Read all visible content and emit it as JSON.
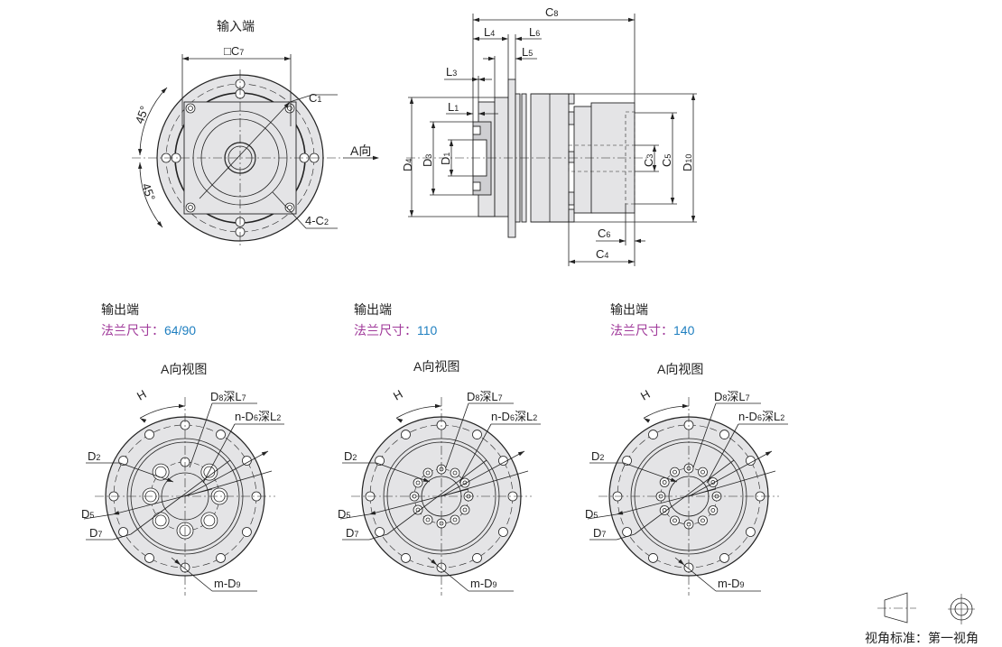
{
  "input_view": {
    "title": "输入端",
    "labels": {
      "c7": {
        "base": "□C",
        "sub": "7"
      },
      "c1": {
        "base": "C",
        "sub": "1"
      },
      "c2": {
        "base": "4-C",
        "sub": "2"
      },
      "angle1": "45°",
      "angle2": "45°"
    }
  },
  "side_view": {
    "direction_label": "A向",
    "labels": {
      "c8": {
        "base": "C",
        "sub": "8"
      },
      "l4": {
        "base": "L",
        "sub": "4"
      },
      "l6": {
        "base": "L",
        "sub": "6"
      },
      "l5": {
        "base": "L",
        "sub": "5"
      },
      "l3": {
        "base": "L",
        "sub": "3"
      },
      "l1": {
        "base": "L",
        "sub": "1"
      },
      "d4": {
        "base": "D",
        "sub": "4"
      },
      "d3": {
        "base": "D",
        "sub": "3"
      },
      "d1": {
        "base": "D",
        "sub": "1"
      },
      "c3": {
        "base": "C",
        "sub": "3"
      },
      "c5": {
        "base": "C",
        "sub": "5"
      },
      "d10": {
        "base": "D",
        "sub": "10"
      },
      "c6": {
        "base": "C",
        "sub": "6"
      },
      "c4": {
        "base": "C",
        "sub": "4"
      }
    }
  },
  "output_views": [
    {
      "heading": "输出端",
      "flange_label": "法兰尺寸：",
      "flange_size": "64/90",
      "view_title": "A向视图",
      "inner_holes": 8
    },
    {
      "heading": "输出端",
      "flange_label": "法兰尺寸：",
      "flange_size": "110",
      "view_title": "A向视图",
      "inner_holes": 12
    },
    {
      "heading": "输出端",
      "flange_label": "法兰尺寸：",
      "flange_size": "140",
      "view_title": "A向视图",
      "inner_holes": 12
    }
  ],
  "output_labels": {
    "h": "H",
    "d8": {
      "base": "D",
      "sub": "8",
      "suffix": "深L",
      "sub2": "7"
    },
    "d6": {
      "base": "n-D",
      "sub": "6",
      "suffix": "深L",
      "sub2": "2"
    },
    "d2": {
      "base": "D",
      "sub": "2"
    },
    "d5": {
      "base": "D",
      "sub": "5"
    },
    "d7": {
      "base": "D",
      "sub": "7"
    },
    "d9": {
      "base": "m-D",
      "sub": "9"
    }
  },
  "projection_legend": {
    "text": "视角标准：第一视角"
  },
  "colors": {
    "line": "#222222",
    "fill": "#e4e4e6",
    "accent_purple": "#a0399a",
    "accent_blue": "#1f7fc0"
  }
}
